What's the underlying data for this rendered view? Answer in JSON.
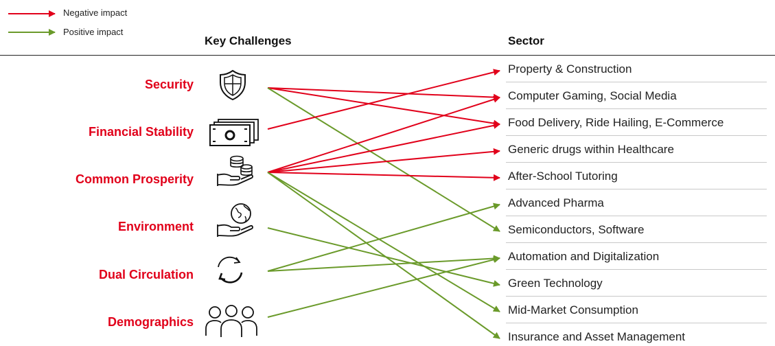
{
  "legend": {
    "items": [
      {
        "label": "Negative impact",
        "color": "#e1001a"
      },
      {
        "label": "Positive impact",
        "color": "#6a9a2a"
      }
    ]
  },
  "headers": {
    "challenges": "Key Challenges",
    "sector": "Sector"
  },
  "challenges": [
    {
      "label": "Security",
      "icon": "shield-icon"
    },
    {
      "label": "Financial Stability",
      "icon": "money-icon"
    },
    {
      "label": "Common Prosperity",
      "icon": "coins-hand-icon"
    },
    {
      "label": "Environment",
      "icon": "globe-hand-icon"
    },
    {
      "label": "Dual Circulation",
      "icon": "cycle-arrows-icon"
    },
    {
      "label": "Demographics",
      "icon": "people-group-icon"
    }
  ],
  "sectors": [
    "Property & Construction",
    "Computer Gaming, Social Media",
    "Food Delivery, Ride Hailing, E-Commerce",
    "Generic drugs within Healthcare",
    "After-School Tutoring",
    "Advanced Pharma",
    "Semiconductors, Software",
    "Automation and Digitalization",
    "Green Technology",
    "Mid-Market Consumption",
    "Insurance and Asset Management"
  ],
  "links": [
    {
      "from": "Security",
      "to": "Computer Gaming, Social Media",
      "impact": "negative"
    },
    {
      "from": "Security",
      "to": "Food Delivery, Ride Hailing, E-Commerce",
      "impact": "negative"
    },
    {
      "from": "Security",
      "to": "Semiconductors, Software",
      "impact": "positive"
    },
    {
      "from": "Financial Stability",
      "to": "Property & Construction",
      "impact": "negative"
    },
    {
      "from": "Common Prosperity",
      "to": "Computer Gaming, Social Media",
      "impact": "negative"
    },
    {
      "from": "Common Prosperity",
      "to": "Food Delivery, Ride Hailing, E-Commerce",
      "impact": "negative"
    },
    {
      "from": "Common Prosperity",
      "to": "Generic drugs within Healthcare",
      "impact": "negative"
    },
    {
      "from": "Common Prosperity",
      "to": "After-School Tutoring",
      "impact": "negative"
    },
    {
      "from": "Common Prosperity",
      "to": "Mid-Market Consumption",
      "impact": "positive"
    },
    {
      "from": "Common Prosperity",
      "to": "Insurance and Asset Management",
      "impact": "positive"
    },
    {
      "from": "Environment",
      "to": "Green Technology",
      "impact": "positive"
    },
    {
      "from": "Dual Circulation",
      "to": "Advanced Pharma",
      "impact": "positive"
    },
    {
      "from": "Dual Circulation",
      "to": "Automation and Digitalization",
      "impact": "positive"
    },
    {
      "from": "Demographics",
      "to": "Automation and Digitalization",
      "impact": "positive"
    }
  ]
}
